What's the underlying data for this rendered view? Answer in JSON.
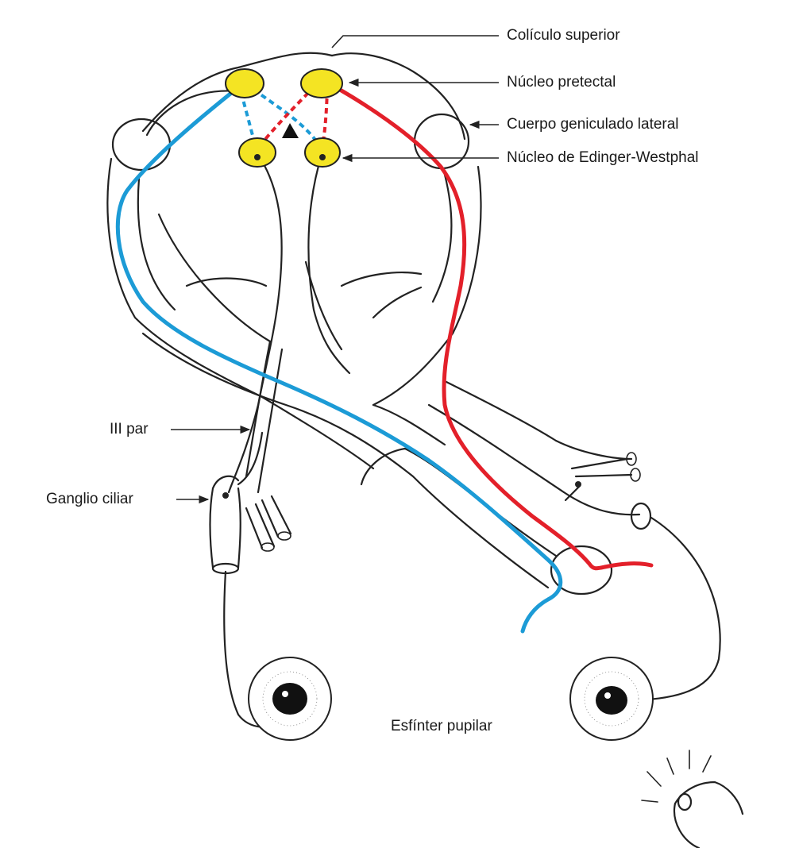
{
  "labels": {
    "superior_colliculus": "Colículo superior",
    "pretectal_nucleus": "Núcleo pretectal",
    "lateral_geniculate": "Cuerpo geniculado lateral",
    "edinger_westphal": "Núcleo de Edinger-Westphal",
    "third_nerve": "III par",
    "ciliary_ganglion": "Ganglio ciliar",
    "pupillary_sphincter": "Esfínter pupilar"
  },
  "colors": {
    "left_pathway": "#1c9bd6",
    "right_pathway": "#e3202a",
    "nucleus_fill": "#f4e423",
    "outline": "#222222"
  }
}
